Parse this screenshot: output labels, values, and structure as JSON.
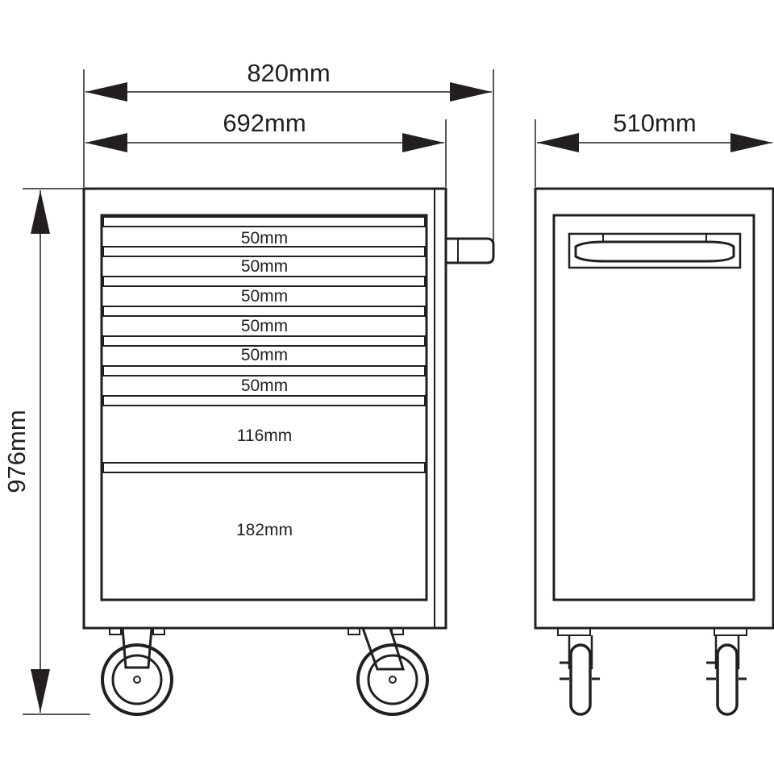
{
  "dimensions": {
    "overall_width": "820mm",
    "body_width": "692mm",
    "depth": "510mm",
    "height": "976mm"
  },
  "drawers": [
    {
      "label": "50mm"
    },
    {
      "label": "50mm"
    },
    {
      "label": "50mm"
    },
    {
      "label": "50mm"
    },
    {
      "label": "50mm"
    },
    {
      "label": "50mm"
    },
    {
      "label": "116mm"
    },
    {
      "label": "182mm"
    }
  ],
  "colors": {
    "line": "#231f20",
    "fill": "#ffffff"
  }
}
